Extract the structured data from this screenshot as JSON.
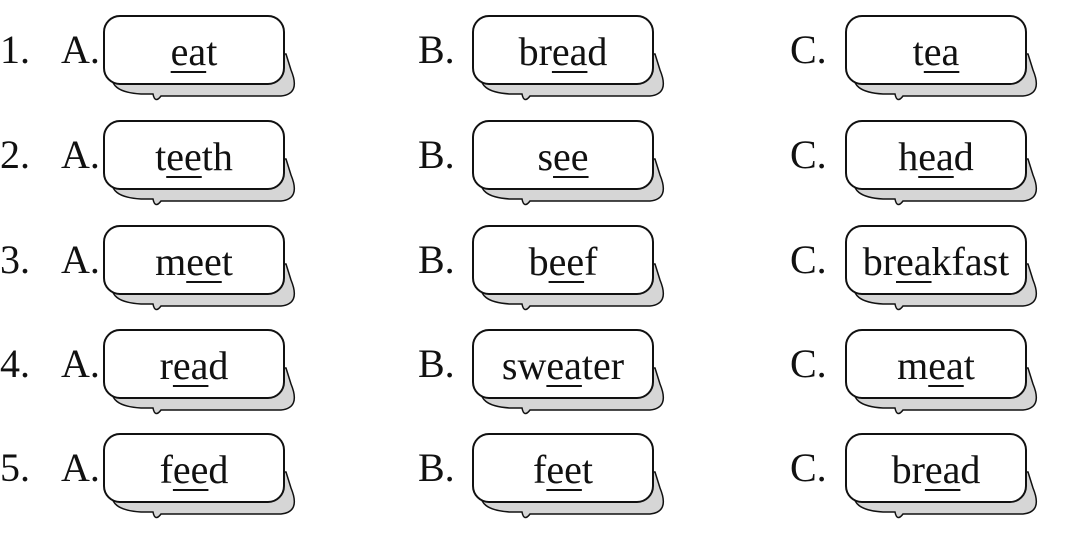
{
  "colors": {
    "ink": "#111111",
    "shadow": "#d6d6d6",
    "background": "#ffffff"
  },
  "card_icon": "speech-bubble-card",
  "items": [
    {
      "number": "1.",
      "options": [
        {
          "letter": "A.",
          "pre": "",
          "ul": "ea",
          "post": "t"
        },
        {
          "letter": "B.",
          "pre": "br",
          "ul": "ea",
          "post": "d"
        },
        {
          "letter": "C.",
          "pre": "t",
          "ul": "ea",
          "post": ""
        }
      ]
    },
    {
      "number": "2.",
      "options": [
        {
          "letter": "A.",
          "pre": "t",
          "ul": "ee",
          "post": "th"
        },
        {
          "letter": "B.",
          "pre": "s",
          "ul": "ee",
          "post": ""
        },
        {
          "letter": "C.",
          "pre": "h",
          "ul": "ea",
          "post": "d"
        }
      ]
    },
    {
      "number": "3.",
      "options": [
        {
          "letter": "A.",
          "pre": "m",
          "ul": "ee",
          "post": "t"
        },
        {
          "letter": "B.",
          "pre": "b",
          "ul": "ee",
          "post": "f"
        },
        {
          "letter": "C.",
          "pre": "br",
          "ul": "ea",
          "post": "kfast"
        }
      ]
    },
    {
      "number": "4.",
      "options": [
        {
          "letter": "A.",
          "pre": "r",
          "ul": "ea",
          "post": "d"
        },
        {
          "letter": "B.",
          "pre": "sw",
          "ul": "ea",
          "post": "ter"
        },
        {
          "letter": "C.",
          "pre": "m",
          "ul": "ea",
          "post": "t"
        }
      ]
    },
    {
      "number": "5.",
      "options": [
        {
          "letter": "A.",
          "pre": "f",
          "ul": "ee",
          "post": "d"
        },
        {
          "letter": "B.",
          "pre": "f",
          "ul": "ee",
          "post": "t"
        },
        {
          "letter": "C.",
          "pre": "br",
          "ul": "ea",
          "post": "d"
        }
      ]
    }
  ]
}
